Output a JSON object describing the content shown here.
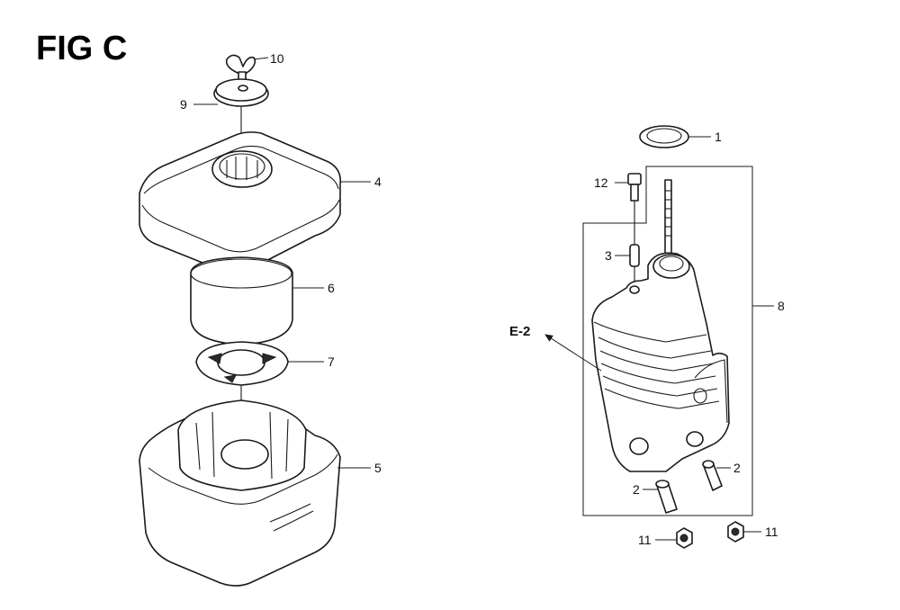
{
  "figure": {
    "title": "FIG C"
  },
  "air_cleaner_assembly": {
    "labels": {
      "wing_nut": "10",
      "cover_plate": "9",
      "cover": "4",
      "element": "6",
      "grommet": "7",
      "base": "5"
    }
  },
  "carburetor_assembly": {
    "labels": {
      "ring": "1",
      "bolt": "12",
      "pin": "3",
      "assembly": "8",
      "stud_right": "2",
      "stud_left": "2",
      "nut_left": "11",
      "nut_right": "11"
    },
    "reference": "E-2"
  }
}
